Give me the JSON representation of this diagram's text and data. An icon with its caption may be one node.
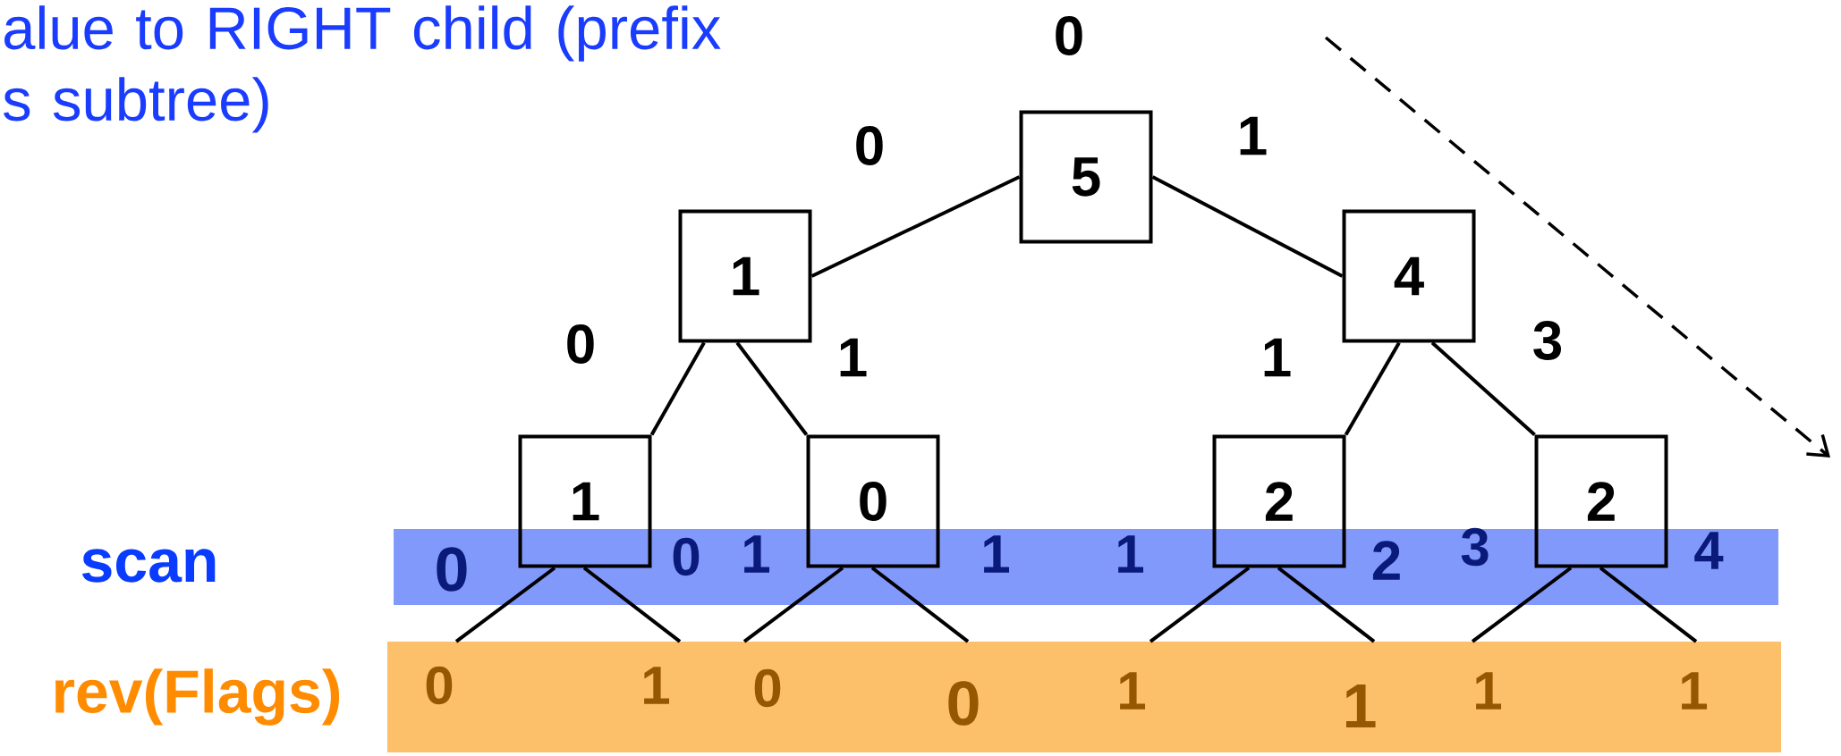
{
  "diagram": {
    "nodes": [
      {
        "text": [
          "5"
        ],
        "beside": [
          "0"
        ]
      },
      {
        "text": [
          "1"
        ]
      },
      {
        "text": [
          "4"
        ]
      },
      {
        "text": [
          "1"
        ]
      },
      {
        "text": [
          "0"
        ]
      },
      {
        "text": [
          "2"
        ]
      },
      {
        "text": [
          "2"
        ]
      },
      {
        "text": [
          "rev(Flags)",
          "0",
          "1",
          "0",
          "0",
          "1",
          "1",
          "1",
          "1"
        ]
      }
    ],
    "edges": [
      {
        "from": 0,
        "to": 1,
        "arrow": "none",
        "label": "0"
      },
      {
        "from": 0,
        "to": 2,
        "arrow": "none",
        "label": "1"
      },
      {
        "from": 1,
        "to": 3,
        "arrow": "none",
        "label": "0"
      },
      {
        "from": 1,
        "to": 4,
        "arrow": "none",
        "label": "1"
      },
      {
        "from": 2,
        "to": 5,
        "arrow": "none",
        "label": "1"
      },
      {
        "from": 2,
        "to": 6,
        "arrow": "none",
        "label": "3"
      },
      {
        "from": 3,
        "to": 7,
        "arrow": "none"
      },
      {
        "from": 3,
        "to": 7,
        "arrow": "none"
      },
      {
        "from": 4,
        "to": 7,
        "arrow": "none"
      },
      {
        "from": 4,
        "to": 7,
        "arrow": "none"
      },
      {
        "from": 5,
        "to": 7,
        "arrow": "none"
      },
      {
        "from": 5,
        "to": 7,
        "arrow": "none"
      },
      {
        "from": 6,
        "to": 7,
        "arrow": "none"
      },
      {
        "from": 6,
        "to": 7,
        "arrow": "none"
      }
    ],
    "labels": [
      "alue to RIGHT child (prefix s subtree)",
      "scan",
      "0",
      "0",
      "1",
      "1",
      "1",
      "2",
      "3",
      "4"
    ]
  }
}
